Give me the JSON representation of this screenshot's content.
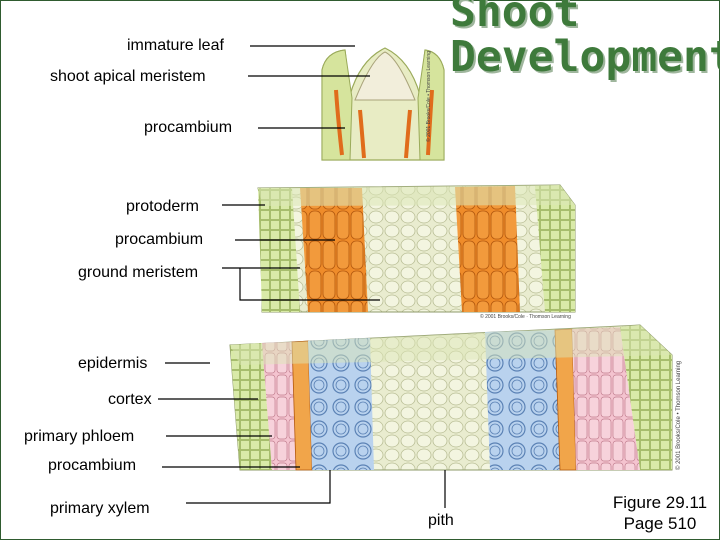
{
  "title": "Shoot Development",
  "labels": {
    "immature_leaf": "immature leaf",
    "shoot_apical_meristem": "shoot apical meristem",
    "procambium_top": "procambium",
    "protoderm": "protoderm",
    "procambium_mid": "procambium",
    "ground_meristem": "ground meristem",
    "epidermis": "epidermis",
    "cortex": "cortex",
    "primary_phloem": "primary phloem",
    "procambium_bottom": "procambium",
    "primary_xylem": "primary xylem",
    "pith": "pith"
  },
  "figure": {
    "line1": "Figure 29.11",
    "line2": "Page 510"
  },
  "credits": {
    "side_top": "© 2001 Brooks/Cole • Thomson Learning",
    "mid": "© 2001 Brooks/Cole · Thomson Learning",
    "bottom_right": "© 2001 Brooks/Cole • Thomson Learning"
  },
  "colors": {
    "title": "#3e7a3b",
    "procambium": "#e8821e",
    "ground": "#e9eccf",
    "protoderm": "#c9de8e",
    "phloem": "#f2b8c6",
    "xylem": "#a9c6e8"
  }
}
